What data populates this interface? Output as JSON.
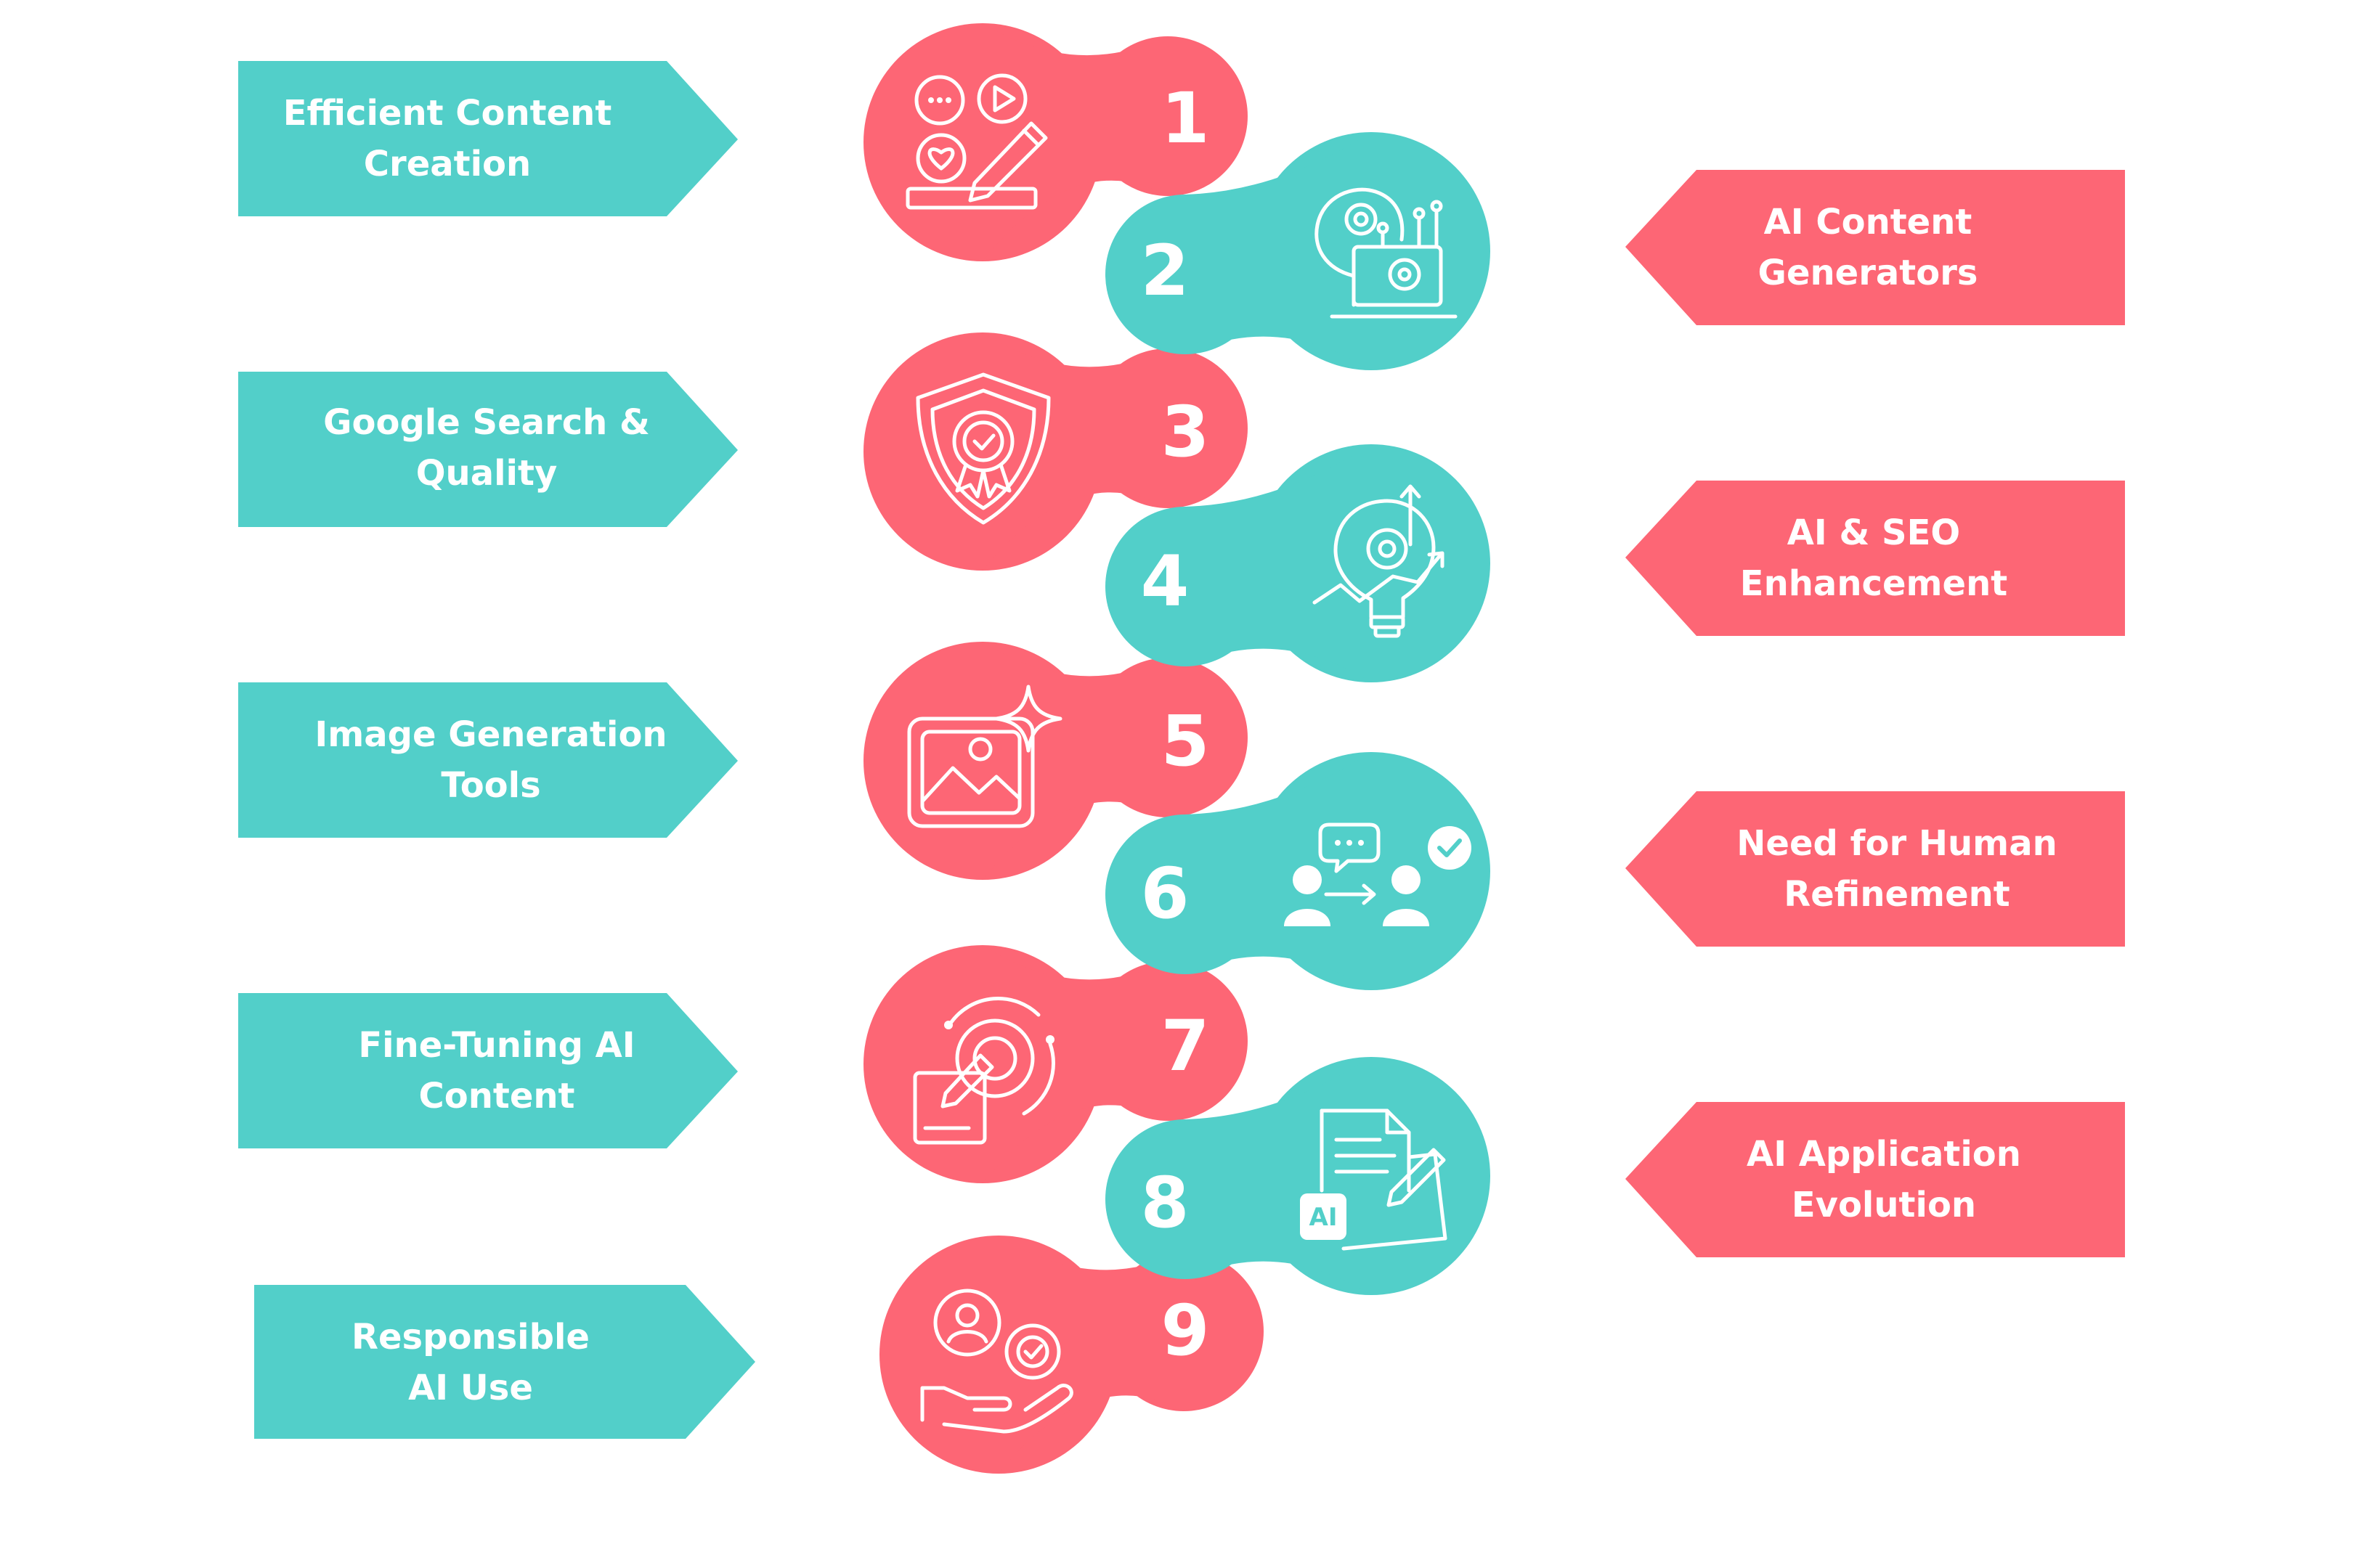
{
  "colors": {
    "teal": "#52cfc9",
    "coral": "#fd6675",
    "white": "#ffffff"
  },
  "left_items": [
    {
      "line1": "Efficient Content",
      "line2": "Creation"
    },
    {
      "line1": "Google Search &",
      "line2": "Quality"
    },
    {
      "line1": "Image Generation",
      "line2": "Tools"
    },
    {
      "line1": "Fine-Tuning AI",
      "line2": "Content"
    },
    {
      "line1": "Responsible",
      "line2": "AI Use"
    }
  ],
  "right_items": [
    {
      "line1": "AI Content",
      "line2": "Generators"
    },
    {
      "line1": "AI & SEO",
      "line2": "Enhancement"
    },
    {
      "line1": "Need for Human",
      "line2": "Refinement"
    },
    {
      "line1": "AI Application",
      "line2": "Evolution"
    }
  ],
  "steps": [
    {
      "number": "1",
      "icon": "content-creation-icon"
    },
    {
      "number": "2",
      "icon": "ai-head-gears-icon"
    },
    {
      "number": "3",
      "icon": "quality-shield-icon"
    },
    {
      "number": "4",
      "icon": "seo-bulb-growth-icon"
    },
    {
      "number": "5",
      "icon": "image-sparkle-icon"
    },
    {
      "number": "6",
      "icon": "human-feedback-icon"
    },
    {
      "number": "7",
      "icon": "fine-tuning-gear-icon"
    },
    {
      "number": "8",
      "icon": "ai-document-icon"
    },
    {
      "number": "9",
      "icon": "responsible-hand-icon"
    }
  ],
  "ai_badge": "AI"
}
